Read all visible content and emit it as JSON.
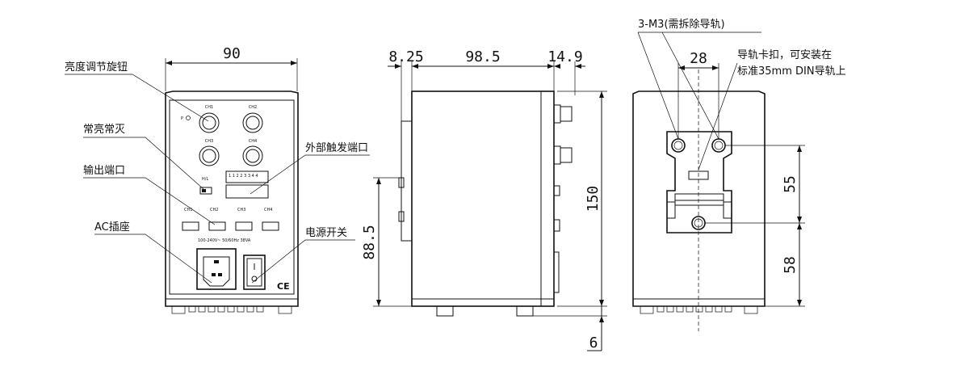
{
  "front_view": {
    "width_dim": "90",
    "labels": {
      "brightness_knob": "亮度调节旋钮",
      "mode_switch": "常亮常灭",
      "output_port": "输出端口",
      "ac_socket": "AC插座",
      "ext_trigger": "外部触发端口",
      "power_switch": "电源开关"
    },
    "panel": {
      "knobs": [
        "CH1",
        "CH2",
        "CH3",
        "CH4"
      ],
      "p_label": "P",
      "mode_label": "H/L",
      "outputs": [
        "CH1",
        "CH2",
        "CH3",
        "CH4"
      ],
      "dip_numbers": "1 1 2 2 3 3 4 4",
      "power_spec": "100-240V~ 50/60Hz 38VA",
      "ce_mark": "CE"
    }
  },
  "side_view": {
    "dims": {
      "left_offset": "8.25",
      "body_length": "98.5",
      "front_protrusion": "14.9",
      "height": "150",
      "rail_height": "88.5",
      "foot": "6"
    }
  },
  "rear_view": {
    "screw_note": "3-M3(需拆除导轨)",
    "rail_note_line1": "导轨卡扣，可安装在",
    "rail_note_line2": "标准35mm DIN导轨上",
    "dims": {
      "screw_spacing": "28",
      "upper": "55",
      "lower": "58"
    }
  }
}
